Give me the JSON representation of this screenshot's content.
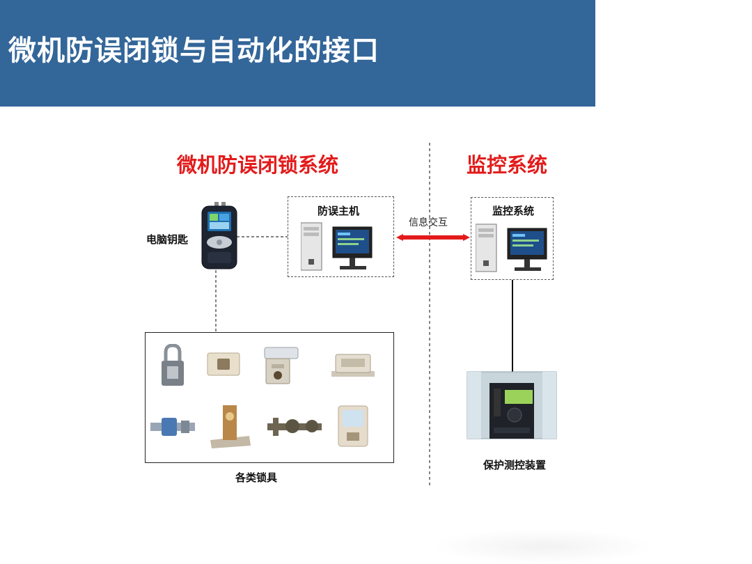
{
  "title": "微机防误闭锁与自动化的接口",
  "left_section": {
    "title": "微机防误闭锁系统"
  },
  "right_section": {
    "title": "监控系统"
  },
  "nodes": {
    "key": {
      "label": "电脑钥匙"
    },
    "host": {
      "label": "防误主机"
    },
    "monitor": {
      "label": "监控系统"
    },
    "locks": {
      "label": "各类锁具"
    },
    "protection": {
      "label": "保护测控装置"
    }
  },
  "link": {
    "label": "信息交互"
  },
  "colors": {
    "title_bar": "#336699",
    "section_title": "#e31b1b",
    "arrow": "#e31b1b"
  },
  "icons": {
    "key": "handheld-key-icon",
    "host": "desktop-computer-icon",
    "monitor": "desktop-computer-icon",
    "protection": "protection-device-icon",
    "locks": [
      "padlock-icon",
      "socket-lock-icon",
      "box-lock-icon",
      "latch-lock-icon",
      "valve-lock-icon",
      "bracket-lock-icon",
      "handle-lock-icon",
      "panel-lock-icon"
    ]
  }
}
